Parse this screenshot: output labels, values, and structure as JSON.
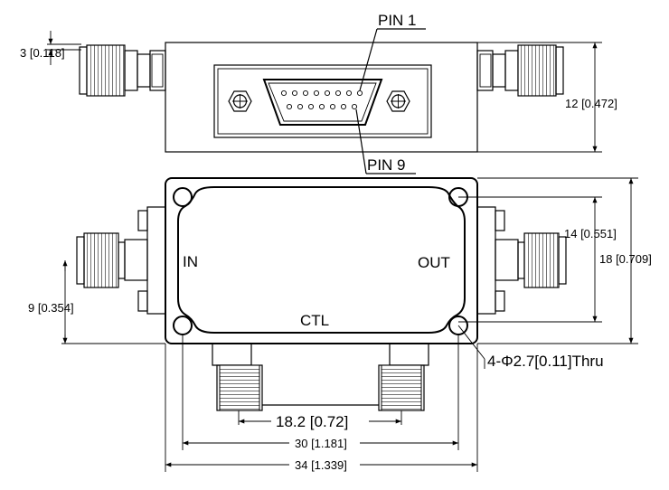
{
  "labels": {
    "pin1": "PIN 1",
    "pin9": "PIN 9",
    "in": "IN",
    "out": "OUT",
    "ctl": "CTL",
    "holes": "4-Φ2.7[0.11]Thru"
  },
  "dimensions": {
    "connector_offset": "3 [0.118]",
    "side_height": "12 [0.472]",
    "hole_spacing_vertical": "14 [0.551]",
    "body_height": "18 [0.709]",
    "port_height": "9 [0.354]",
    "ctl_spacing": "18.2 [0.72]",
    "hole_spacing_horizontal": "30 [1.181]",
    "body_width": "34 [1.339]"
  }
}
